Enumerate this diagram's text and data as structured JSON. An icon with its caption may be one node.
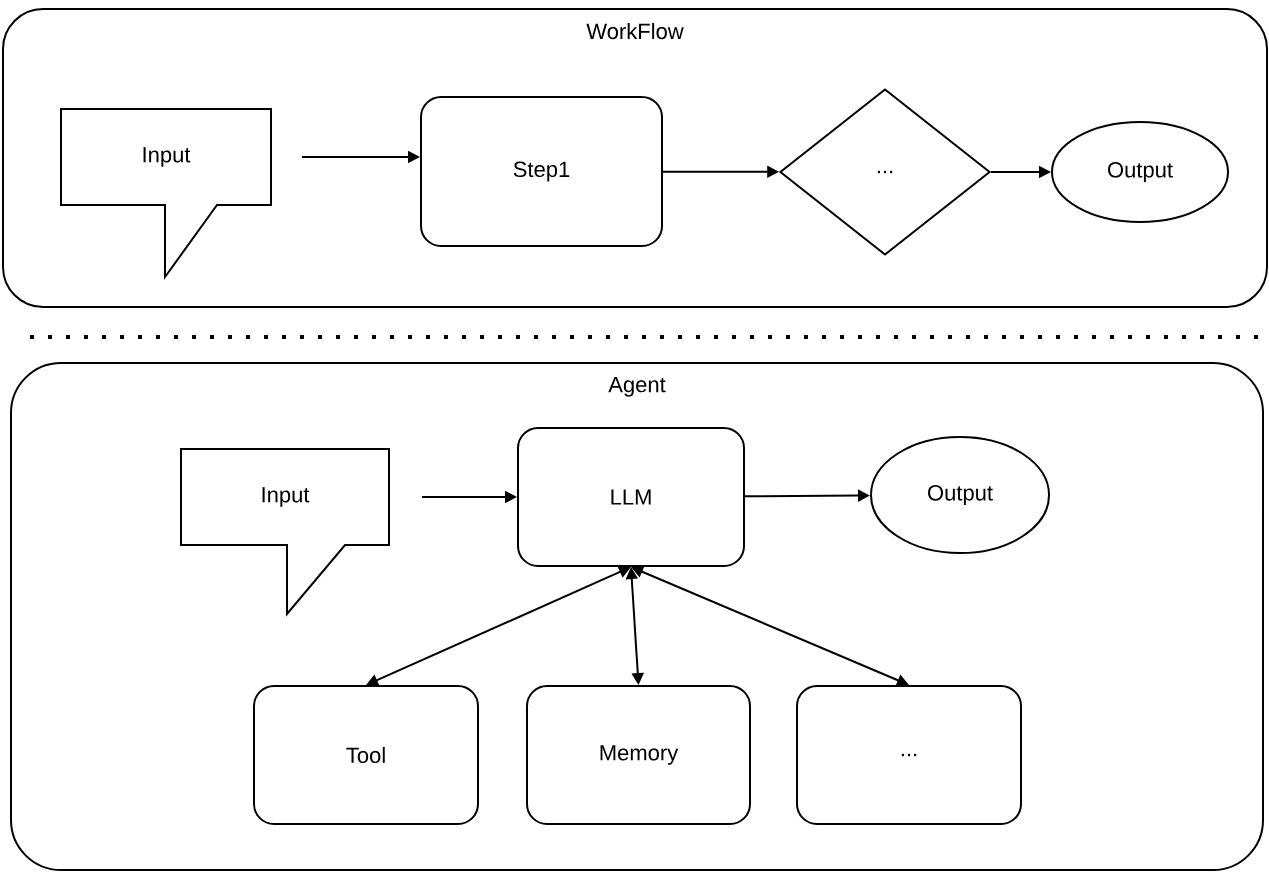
{
  "diagram": {
    "nodes": [
      {
        "text": [
          "WorkFlow"
        ]
      },
      {
        "text": [
          "Input"
        ],
        "in": 0
      },
      {
        "text": [
          "Step1"
        ],
        "in": 0
      },
      {
        "text": [
          "..."
        ],
        "in": 0
      },
      {
        "text": [
          "Output"
        ],
        "in": 0
      },
      {
        "text": [
          "Agent"
        ]
      },
      {
        "text": [
          "Input"
        ],
        "in": 5
      },
      {
        "text": [
          "LLM"
        ],
        "in": 5
      },
      {
        "text": [
          "Output"
        ],
        "in": 5
      },
      {
        "text": [
          "Tool"
        ],
        "in": 5
      },
      {
        "text": [
          "Memory"
        ],
        "in": 5
      },
      {
        "text": [
          "..."
        ],
        "in": 5
      }
    ],
    "edges": [
      {
        "from": 1,
        "to": 2,
        "arrow": "to"
      },
      {
        "from": 2,
        "to": 3,
        "arrow": "to"
      },
      {
        "from": 3,
        "to": 4,
        "arrow": "to"
      },
      {
        "from": 6,
        "to": 7,
        "arrow": "to"
      },
      {
        "from": 7,
        "to": 8,
        "arrow": "to"
      },
      {
        "from": 7,
        "to": 9,
        "arrow": "both"
      },
      {
        "from": 7,
        "to": 10,
        "arrow": "both"
      },
      {
        "from": 7,
        "to": 11,
        "arrow": "both"
      }
    ]
  }
}
